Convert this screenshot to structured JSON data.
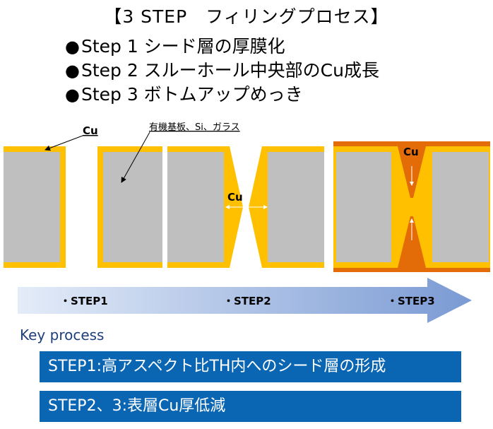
{
  "title": "【3 STEP　フィリングプロセス】",
  "steps": [
    {
      "bullet": "●",
      "text": "Step 1 シード層の厚膜化"
    },
    {
      "bullet": "●",
      "text": "Step 2 スルーホール中央部のCu成長"
    },
    {
      "bullet": "●",
      "text": "Step 3 ボトムアップめっき"
    }
  ],
  "diagram": {
    "cu_label_1": "Cu",
    "substrate_label": "有機基板、Si、ガラス",
    "cu_label_2": "Cu",
    "cu_label_3": "Cu",
    "colors": {
      "substrate": "#bfbfbf",
      "copper_seed": "#ffc000",
      "copper_fill": "#e36c09",
      "arrow_start": "#e4ecf8",
      "arrow_end": "#7a9ad4"
    }
  },
  "process_arrow": {
    "labels": [
      "・STEP1",
      "・STEP2",
      "・STEP3"
    ]
  },
  "key_process": {
    "heading": "Key process",
    "items": [
      "STEP1:高アスペクト比TH内へのシード層の形成",
      "STEP2、3:表層Cu厚低減"
    ]
  }
}
